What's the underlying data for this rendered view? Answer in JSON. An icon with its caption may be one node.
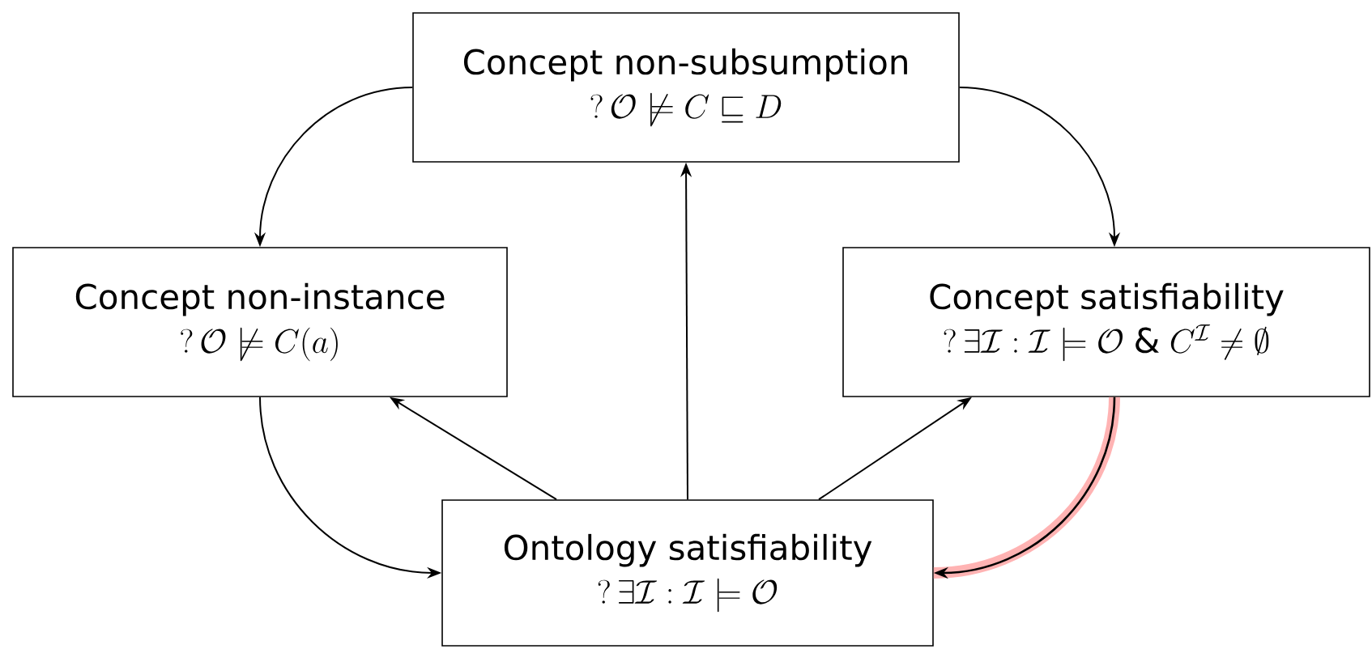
{
  "diagram": {
    "nodes": [
      {
        "text": [
          "Concept non-subsumption",
          "?\\,\\mathcal{O}\\not\\models C\\sqsubseteq D"
        ]
      },
      {
        "text": [
          "Concept non-instance",
          "?\\,\\mathcal{O}\\not\\models C(a)"
        ]
      },
      {
        "text": [
          "Concept satisfiability",
          "?\\,\\exists\\mathcal{I}:\\mathcal{I}\\models\\mathcal{O}\\;\\&\\;C^{\\mathcal{I}}\\neq\\emptyset"
        ]
      },
      {
        "text": [
          "Ontology satisfiability",
          "?\\,\\exists\\mathcal{I}:\\mathcal{I}\\models\\mathcal{O}"
        ]
      }
    ],
    "edges": [
      {
        "from": 0,
        "to": 1,
        "arrow": "to"
      },
      {
        "from": 0,
        "to": 2,
        "arrow": "to"
      },
      {
        "from": 3,
        "to": 0,
        "arrow": "to"
      },
      {
        "from": 3,
        "to": 1,
        "arrow": "to"
      },
      {
        "from": 3,
        "to": 2,
        "arrow": "to"
      },
      {
        "from": 1,
        "to": 3,
        "arrow": "to"
      },
      {
        "from": 2,
        "to": 3,
        "arrow": "to",
        "style": "thick",
        "color": "#ffb3b3"
      }
    ]
  }
}
